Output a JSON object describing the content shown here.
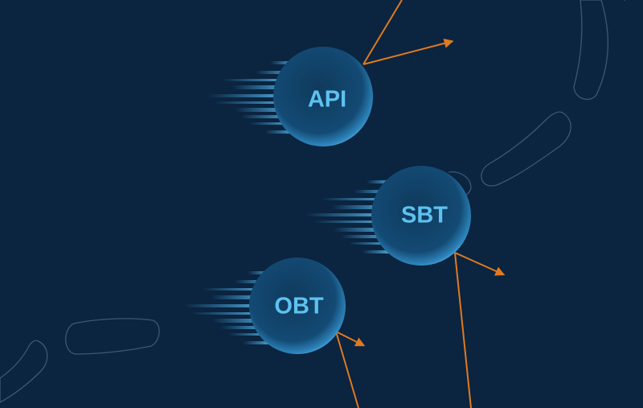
{
  "colors": {
    "background": "#0b2440",
    "sphere_core": "#0f3a5c",
    "sphere_rim": "#3fa8dc",
    "trail": "#4fb4e8",
    "label": "#5ec2f0",
    "arrow": "#e07a1f",
    "track_outline": "#4c6a86"
  },
  "nodes": [
    {
      "id": "api",
      "label": "API"
    },
    {
      "id": "sbt",
      "label": "SBT"
    },
    {
      "id": "obt",
      "label": "OBT"
    }
  ]
}
